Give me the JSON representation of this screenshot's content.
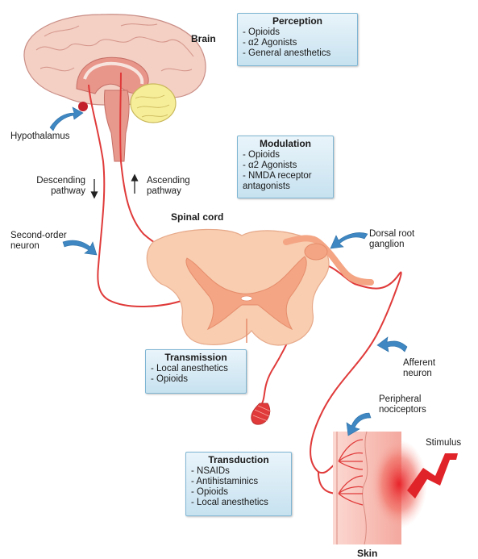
{
  "labels": {
    "brain": "Brain",
    "hypothalamus": "Hypothalamus",
    "descending": [
      "Descending",
      "pathway"
    ],
    "ascending": [
      "Ascending",
      "pathway"
    ],
    "spinal_cord": "Spinal cord",
    "second_order": [
      "Second-order",
      "neuron"
    ],
    "dorsal_root": [
      "Dorsal root",
      "ganglion"
    ],
    "afferent": [
      "Afferent",
      "neuron"
    ],
    "peripheral": [
      "Peripheral",
      "nociceptors"
    ],
    "stimulus": "Stimulus",
    "skin": "Skin"
  },
  "boxes": {
    "perception": {
      "title": "Perception",
      "items": [
        "- Opioids",
        "- α2 Agonists",
        "- General anesthetics"
      ]
    },
    "modulation": {
      "title": "Modulation",
      "items": [
        "- Opioids",
        "- α2 Agonists",
        "- NMDA receptor",
        "antagonists"
      ]
    },
    "transmission": {
      "title": "Transmission",
      "items": [
        "- Local anesthetics",
        "- Opioids"
      ]
    },
    "transduction": {
      "title": "Transduction",
      "items": [
        "- NSAIDs",
        "- Antihistaminics",
        "- Opioids",
        "- Local anesthetics"
      ]
    }
  },
  "colors": {
    "neuron": "#e03a3a",
    "brain": "#f4d2c8",
    "brain_inner": "#d97b72",
    "cerebellum": "#f7ee9a",
    "cord": "#f7c7a8",
    "grey_matter": "#f09b80",
    "skin": "#f6b3aa",
    "arrow": "#3e87c2",
    "box_fill": "#c7e2f0"
  }
}
